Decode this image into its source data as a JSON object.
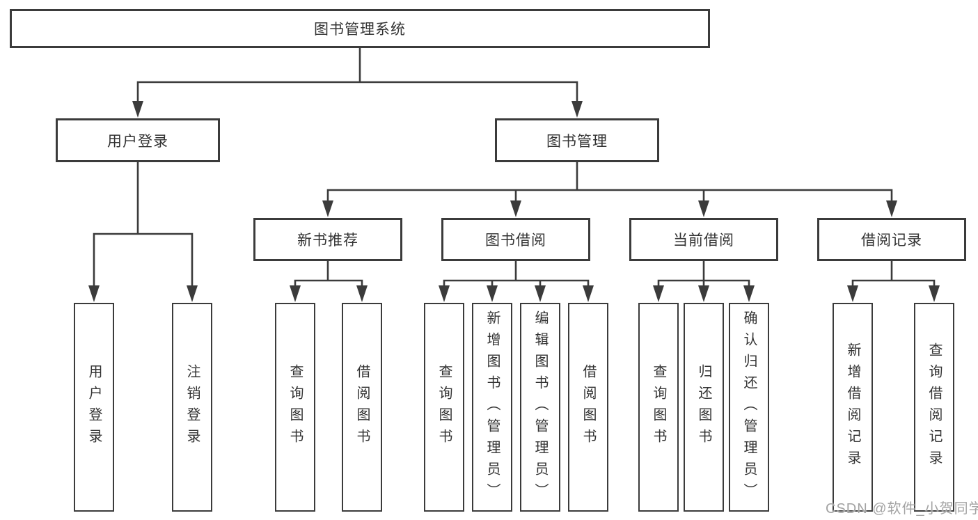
{
  "diagram": {
    "title": "图书管理系统",
    "type": "hierarchy",
    "colors": {
      "background": "#ffffff",
      "box_border": "#3b3b3b",
      "line": "#3b3b3b",
      "text": "#333333",
      "watermark_text": "#a3a3a3"
    }
  },
  "tree": {
    "root": {
      "label": "图书管理系统"
    },
    "branches": [
      {
        "label": "用户登录",
        "children": [
          {
            "label": "用户登录"
          },
          {
            "label": "注销登录"
          }
        ]
      },
      {
        "label": "图书管理",
        "groups": [
          {
            "label": "新书推荐",
            "children": [
              {
                "label": "查询图书"
              },
              {
                "label": "借阅图书"
              }
            ]
          },
          {
            "label": "图书借阅",
            "children": [
              {
                "label": "查询图书"
              },
              {
                "label": "新增图书（管理员）"
              },
              {
                "label": "编辑图书（管理员）"
              },
              {
                "label": "借阅图书"
              }
            ]
          },
          {
            "label": "当前借阅",
            "children": [
              {
                "label": "查询图书"
              },
              {
                "label": "归还图书"
              },
              {
                "label": "确认归还（管理员）"
              }
            ]
          },
          {
            "label": "借阅记录",
            "children": [
              {
                "label": "新增借阅记录"
              },
              {
                "label": "查询借阅记录"
              }
            ]
          }
        ]
      }
    ]
  },
  "watermark": {
    "text": "CSDN @软件_小贺同学"
  }
}
